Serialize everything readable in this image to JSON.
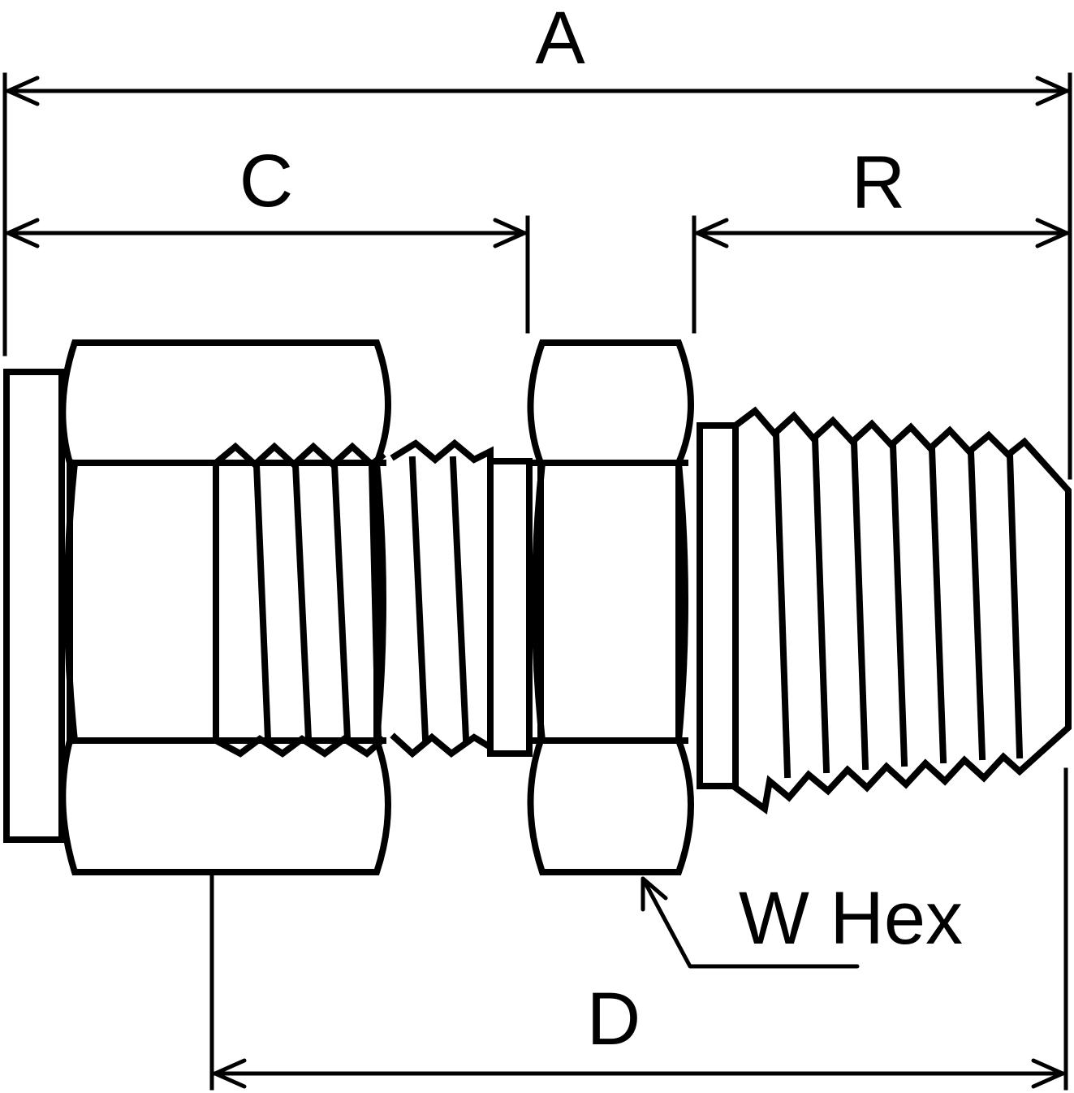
{
  "labels": {
    "a": "A",
    "c": "C",
    "r": "R",
    "d": "D",
    "w_hex": "W Hex"
  },
  "colors": {
    "stroke": "#000000",
    "background": "#ffffff"
  }
}
